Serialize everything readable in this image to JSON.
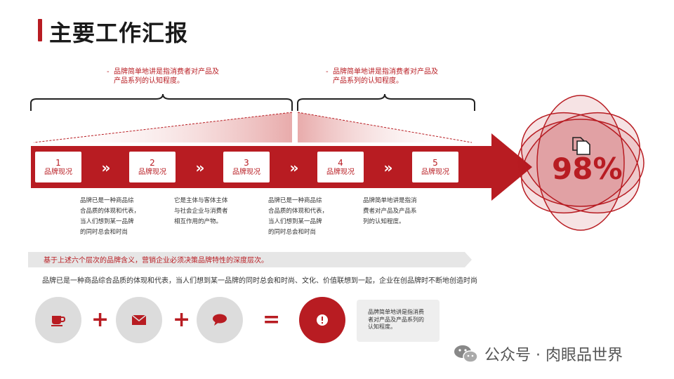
{
  "title": "主要工作汇报",
  "top_notes": [
    {
      "line1": "品牌简单地讲是指消费者对产品及",
      "line2": "产品系列的认知程度。"
    },
    {
      "line1": "品牌简单地讲是指消费者对产品及",
      "line2": "产品系列的认知程度。"
    }
  ],
  "steps": [
    {
      "num": "1",
      "label": "品牌现况"
    },
    {
      "num": "2",
      "label": "品牌现况"
    },
    {
      "num": "3",
      "label": "品牌现况"
    },
    {
      "num": "4",
      "label": "品牌现况"
    },
    {
      "num": "5",
      "label": "品牌现况"
    }
  ],
  "chevron_glyph": "»",
  "descriptions": [
    {
      "lines": [
        "品牌已是一种商品综",
        "合品质的体现和代表，",
        "当人们想到某一品牌",
        "的同时总会和时尚"
      ]
    },
    {
      "lines": [
        "它是主体与客体主体",
        "与社会企业与消费者",
        "相互作用的产物。"
      ]
    },
    {
      "lines": [
        "品牌已是一种商品综",
        "合品质的体现和代表，",
        "当人们想到某一品牌",
        "的同时总会和时尚"
      ]
    },
    {
      "lines": [
        "品牌简单地讲是指消",
        "费者对产品及产品系",
        "列的认知程度。"
      ]
    }
  ],
  "percent": "98%",
  "banner_text": "基于上述六个层次的品牌含义，营销企业必须决策品牌特性的深度层次。",
  "body_text": "品牌已是一种商品综合品质的体现和代表，当人们想到某一品牌的同时总会和时尚、文化、价值联想到一起，企业在创品牌时不断地创造时尚",
  "equation": {
    "icons": [
      "coffee-cup-icon",
      "envelope-icon",
      "speech-bubble-icon"
    ],
    "plus": "+",
    "equals": "=",
    "result_icon": "exclamation-icon",
    "result_text": [
      "品牌简单地讲是指消费",
      "者对产品及产品系列的",
      "认知程度。"
    ]
  },
  "watermark": "公众号 · 肉眼品世界",
  "colors": {
    "accent": "#b81c22",
    "grey": "#dcdcdc",
    "banner": "#e6e6e6"
  }
}
